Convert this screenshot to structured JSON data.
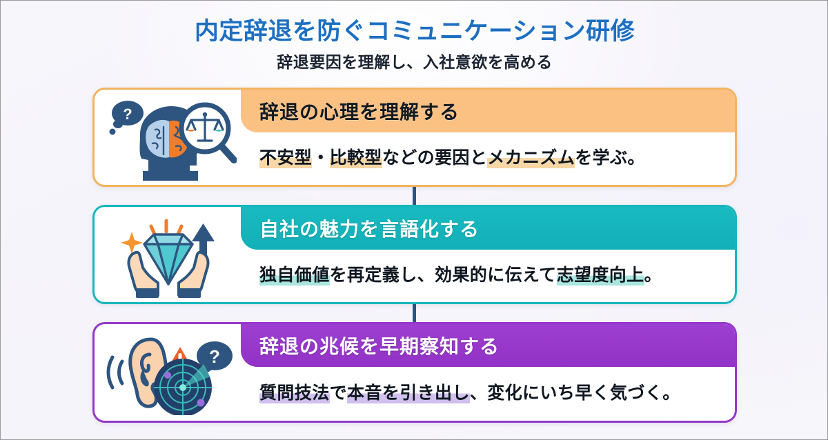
{
  "header": {
    "title": "内定辞退を防ぐコミュニケーション研修",
    "subtitle": "辞退要因を理解し、入社意欲を高める",
    "title_color": "#1c6fc2",
    "subtitle_color": "#1b2430"
  },
  "background_color": "#f7f6fb",
  "connector_color": "#2d5582",
  "cards": [
    {
      "id": "card-1",
      "heading": "辞退の心理を理解する",
      "icon_name": "head-brain-scales-magnifier-icon",
      "accent_color": "#f2b45f",
      "band_color": "#fbc183",
      "heading_color": "#131a22",
      "highlight_color": "#f9d9ab",
      "body_parts": [
        {
          "text": "不安型",
          "highlight": true
        },
        {
          "text": "・",
          "highlight": false
        },
        {
          "text": "比較型",
          "highlight": true
        },
        {
          "text": "などの要因と",
          "highlight": false
        },
        {
          "text": "メカニズム",
          "highlight": true
        },
        {
          "text": "を学ぶ。",
          "highlight": false
        }
      ]
    },
    {
      "id": "card-2",
      "heading": "自社の魅力を言語化する",
      "icon_name": "hands-holding-diamond-icon",
      "accent_color": "#17b6bd",
      "band_color": "#18bac0",
      "heading_color": "#ffffff",
      "highlight_color": "#ace8e0",
      "body_parts": [
        {
          "text": "独自価値",
          "highlight": true
        },
        {
          "text": "を再定義し、効果的に伝えて",
          "highlight": false
        },
        {
          "text": "志望度向上",
          "highlight": true
        },
        {
          "text": "。",
          "highlight": false
        }
      ]
    },
    {
      "id": "card-3",
      "heading": "辞退の兆候を早期察知する",
      "icon_name": "ear-radar-alert-icon",
      "accent_color": "#9437c9",
      "band_color": "#9c3fd0",
      "heading_color": "#ffffff",
      "highlight_color": "#d3c3ef",
      "body_parts": [
        {
          "text": "質問技法",
          "highlight": true
        },
        {
          "text": "で",
          "highlight": false
        },
        {
          "text": "本音を引き出し",
          "highlight": true
        },
        {
          "text": "、変化にいち早く気づく。",
          "highlight": false
        }
      ]
    }
  ]
}
